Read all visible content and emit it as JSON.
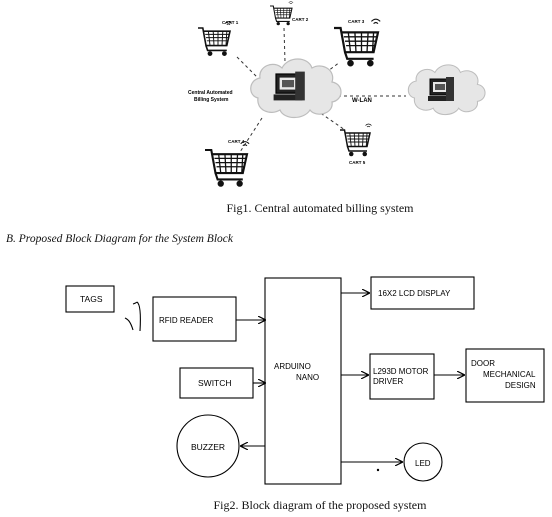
{
  "fig1": {
    "carts": [
      "CART 1",
      "CART 2",
      "CART 3",
      "CART 4",
      "CART 5"
    ],
    "central_label_line1": "Central Automated",
    "central_label_line2": "Billing System",
    "wlan_label": "W-LAN",
    "caption": "Fig1. Central automated billing system"
  },
  "section": {
    "heading": "B.  Proposed Block Diagram for the System Block"
  },
  "fig2": {
    "blocks": {
      "tags": "TAGS",
      "rfid": "RFID READER",
      "switch": "SWITCH",
      "buzzer": "BUZZER",
      "arduino_line1": "ARDUINO",
      "arduino_line2": "NANO",
      "lcd": "16X2 LCD DISPLAY",
      "motor_line1": "L293D MOTOR",
      "motor_line2": "DRIVER",
      "door_line1": "DOOR",
      "door_line2": "MECHANICAL",
      "door_line3": "DESIGN",
      "led": "LED"
    },
    "caption": "Fig2. Block diagram of the proposed system"
  }
}
